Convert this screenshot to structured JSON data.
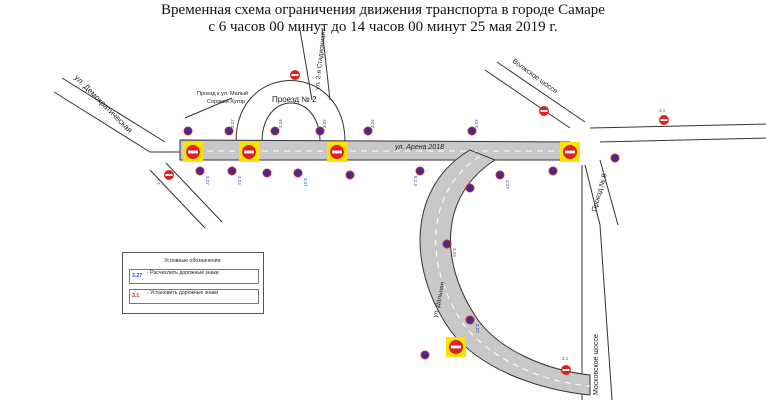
{
  "title": {
    "line1": "Временная схема ограничения движения транспорта в городе Самаре",
    "line2": "с 6 часов 00 минут до 14 часов 00 минут 25 мая 2019 г."
  },
  "streets": {
    "demokraticheskaya": "ул. Демократическая",
    "arena": "ул. Арена 2018",
    "proezd2": "Проезд № 2",
    "proezd_hutor": "Проезд к ул. Малый Сорокин Хутор",
    "stadionnaya": "ул. 2-я Стадионная",
    "volzhskoe": "Волжское шоссе",
    "proezd8": "Проезд № 8",
    "moskovskoe": "Московское шоссе",
    "dalnyaya": "ул. Дальняя"
  },
  "sign_codes": {
    "remove": "3.27",
    "remove_alt": "3.24",
    "no_entry": "3.1",
    "table": "8.2.3",
    "left_code": "1.1"
  },
  "legend": {
    "title": "Условные обозначения:",
    "items": [
      {
        "code": "3.27",
        "text": "- Расчехлить дорожные знаки",
        "color": "#2a4bb5"
      },
      {
        "code": "3.1",
        "text": "- Установить дорожные знаки",
        "color": "#d42020"
      }
    ]
  },
  "colors": {
    "road_fill": "#c8c8c8",
    "road_edge": "#333333",
    "sign_red": "#e02020",
    "sign_blue": "#3b2f8f",
    "highlight": "#ffe300",
    "label_blue": "#2a4bb5",
    "label_red": "#d42020"
  }
}
